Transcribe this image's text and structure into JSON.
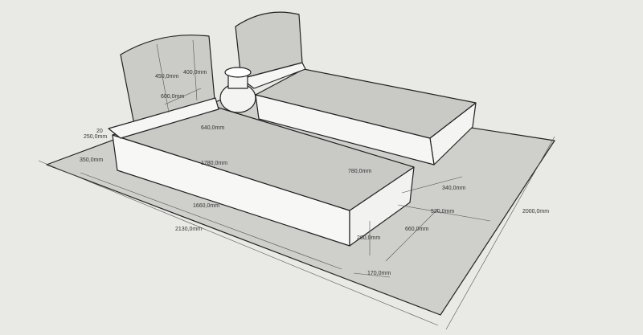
{
  "title": "Grave monument 3D model with dimensions",
  "dimensions": {
    "headstone_height": "450,0mm",
    "headstone_side": "400,0mm",
    "headstone_width": "600,0mm",
    "front_slab_width": "640,0mm",
    "small_offset": "20",
    "ledge_depth": "250,0mm",
    "border_left": "350,0mm",
    "bed_length": "1780,0mm",
    "bed_width": "780,0mm",
    "gap_340": "340,0mm",
    "gap_520": "520,0mm",
    "gap_660": "660,0mm",
    "bed_height": "200,0mm",
    "plinth_height": "170,0mm",
    "inner_length": "1660,0mm",
    "base_length": "2130,0mm",
    "base_width": "2000,0mm"
  },
  "colors": {
    "background": "#e9e9e6",
    "slab": "#cfcfcc",
    "top": "#c9c9c6",
    "face": "#f6f6f4",
    "edge": "#222222"
  }
}
